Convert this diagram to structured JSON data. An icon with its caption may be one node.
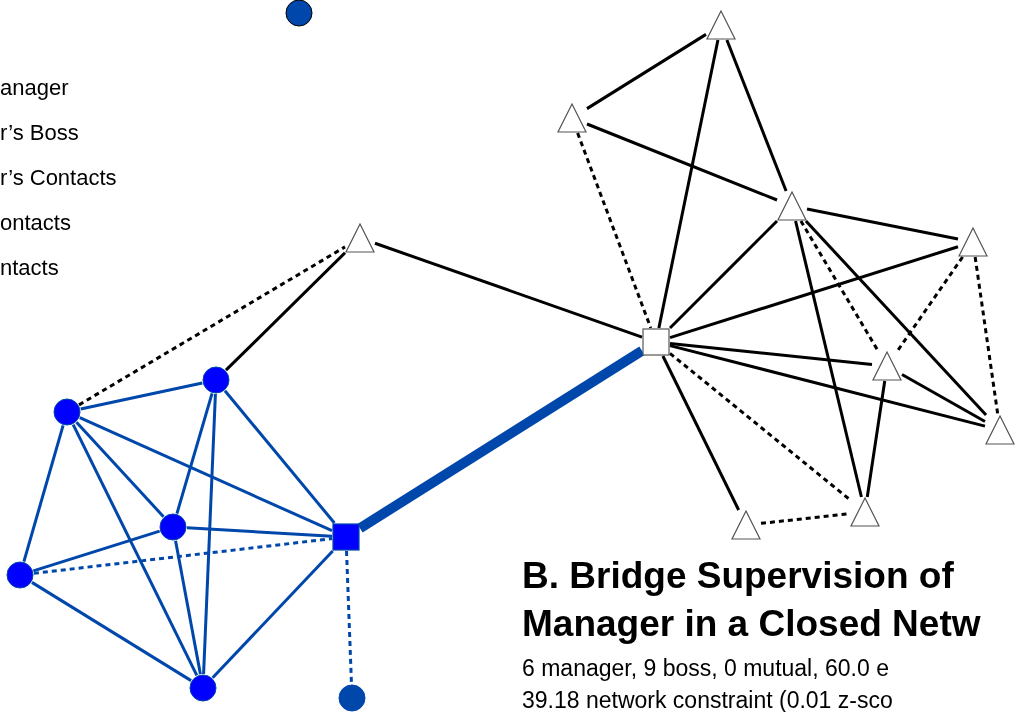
{
  "diagram": {
    "title": "B. Bridge Supervision of Manager in a Closed Netw",
    "nodes": [
      {
        "text": [],
        "shape": "circle"
      },
      {
        "text": [],
        "shape": "triangle"
      },
      {
        "text": [],
        "shape": "triangle"
      },
      {
        "text": [],
        "shape": "triangle"
      },
      {
        "text": [],
        "shape": "triangle"
      },
      {
        "text": [],
        "shape": "triangle"
      },
      {
        "text": [],
        "shape": "box"
      },
      {
        "text": [],
        "shape": "triangle"
      },
      {
        "text": [],
        "shape": "circle"
      },
      {
        "text": [],
        "shape": "circle"
      },
      {
        "text": [],
        "shape": "triangle"
      },
      {
        "text": [],
        "shape": "triangle"
      },
      {
        "text": [],
        "shape": "triangle"
      },
      {
        "text": [],
        "shape": "circle"
      },
      {
        "text": [],
        "shape": "box"
      },
      {
        "text": [],
        "shape": "circle"
      },
      {
        "text": [],
        "shape": "circle"
      },
      {
        "text": [],
        "shape": "circle"
      }
    ],
    "edges": [
      {
        "from": 9,
        "to": 8,
        "arrow": "none",
        "color": "#0047ab"
      },
      {
        "from": 9,
        "to": 15,
        "arrow": "none",
        "color": "#0047ab"
      },
      {
        "from": 9,
        "to": 16,
        "arrow": "none",
        "color": "#0047ab"
      },
      {
        "from": 9,
        "to": 13,
        "arrow": "none",
        "color": "#0047ab"
      },
      {
        "from": 9,
        "to": 14,
        "arrow": "none",
        "color": "#0047ab"
      },
      {
        "from": 8,
        "to": 13,
        "arrow": "none",
        "color": "#0047ab"
      },
      {
        "from": 8,
        "to": 16,
        "arrow": "none",
        "color": "#0047ab"
      },
      {
        "from": 8,
        "to": 14,
        "arrow": "none",
        "color": "#0047ab"
      },
      {
        "from": 15,
        "to": 13,
        "arrow": "none",
        "color": "#0047ab"
      },
      {
        "from": 13,
        "to": 14,
        "arrow": "none",
        "color": "#0047ab"
      },
      {
        "from": 13,
        "to": 16,
        "arrow": "none",
        "color": "#0047ab"
      },
      {
        "from": 15,
        "to": 14,
        "arrow": "none",
        "style": "dashed",
        "color": "#0047ab"
      },
      {
        "from": 15,
        "to": 16,
        "arrow": "none",
        "color": "#0047ab"
      },
      {
        "from": 16,
        "to": 14,
        "arrow": "none",
        "color": "#0047ab"
      },
      {
        "from": 14,
        "to": 17,
        "arrow": "none",
        "style": "dashed",
        "color": "#0047ab"
      },
      {
        "from": 14,
        "to": 6,
        "arrow": "none",
        "style": "thick",
        "color": "#0047ab"
      },
      {
        "from": 9,
        "to": 4,
        "arrow": "none",
        "style": "dashed"
      },
      {
        "from": 8,
        "to": 4,
        "arrow": "none"
      },
      {
        "from": 4,
        "to": 6,
        "arrow": "none"
      },
      {
        "from": 2,
        "to": 1,
        "arrow": "none"
      },
      {
        "from": 2,
        "to": 3,
        "arrow": "none"
      },
      {
        "from": 2,
        "to": 6,
        "arrow": "none",
        "style": "dashed"
      },
      {
        "from": 1,
        "to": 6,
        "arrow": "none"
      },
      {
        "from": 1,
        "to": 3,
        "arrow": "none"
      },
      {
        "from": 3,
        "to": 5,
        "arrow": "none"
      },
      {
        "from": 3,
        "to": 6,
        "arrow": "none"
      },
      {
        "from": 3,
        "to": 11,
        "arrow": "none"
      },
      {
        "from": 3,
        "to": 7,
        "arrow": "none",
        "style": "dashed"
      },
      {
        "from": 3,
        "to": 10,
        "arrow": "none"
      },
      {
        "from": 5,
        "to": 6,
        "arrow": "none"
      },
      {
        "from": 5,
        "to": 7,
        "arrow": "none",
        "style": "dashed"
      },
      {
        "from": 5,
        "to": 10,
        "arrow": "none",
        "style": "dashed"
      },
      {
        "from": 6,
        "to": 7,
        "arrow": "none"
      },
      {
        "from": 6,
        "to": 10,
        "arrow": "none"
      },
      {
        "from": 6,
        "to": 12,
        "arrow": "none"
      },
      {
        "from": 6,
        "to": 11,
        "arrow": "none",
        "style": "dashed"
      },
      {
        "from": 7,
        "to": 10,
        "arrow": "none"
      },
      {
        "from": 7,
        "to": 11,
        "arrow": "none"
      },
      {
        "from": 12,
        "to": 11,
        "arrow": "none",
        "style": "dashed"
      }
    ],
    "labels": [
      "anager",
      "r’s Boss",
      "r’s Contacts",
      "ontacts",
      "ntacts",
      "6 manager, 9 boss, 0 mutual, 60.0 e",
      "39.18 network constraint (0.01 z-sco"
    ]
  }
}
